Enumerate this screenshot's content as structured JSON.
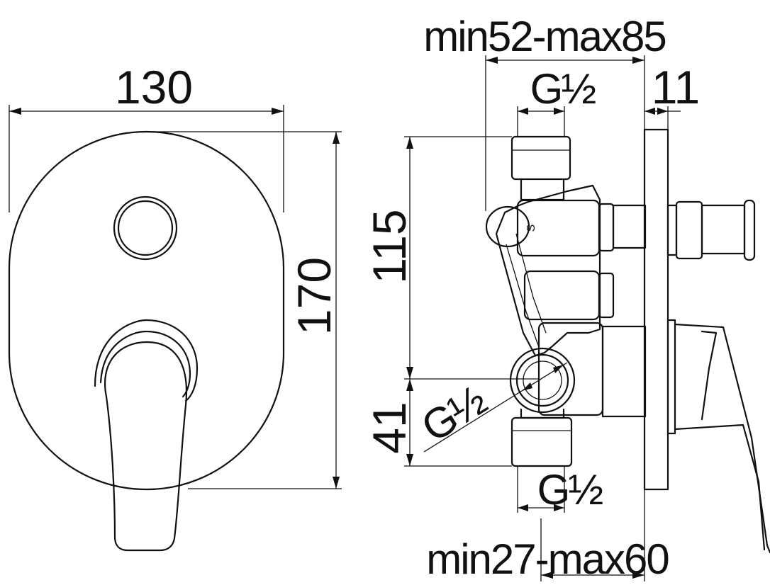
{
  "front_view": {
    "width_label": "130",
    "height_label": "170"
  },
  "side_view": {
    "depth_range_top_label": "min52-max85",
    "plate_thickness_label": "11",
    "inlet_top_thread_label": "G½",
    "height_upper_label": "115",
    "height_lower_label": "41",
    "inlet_side_thread_label": "G½",
    "outlet_bottom_thread_label": "G½",
    "depth_range_bottom_label": "min27-max60",
    "valve_marking": "S"
  }
}
